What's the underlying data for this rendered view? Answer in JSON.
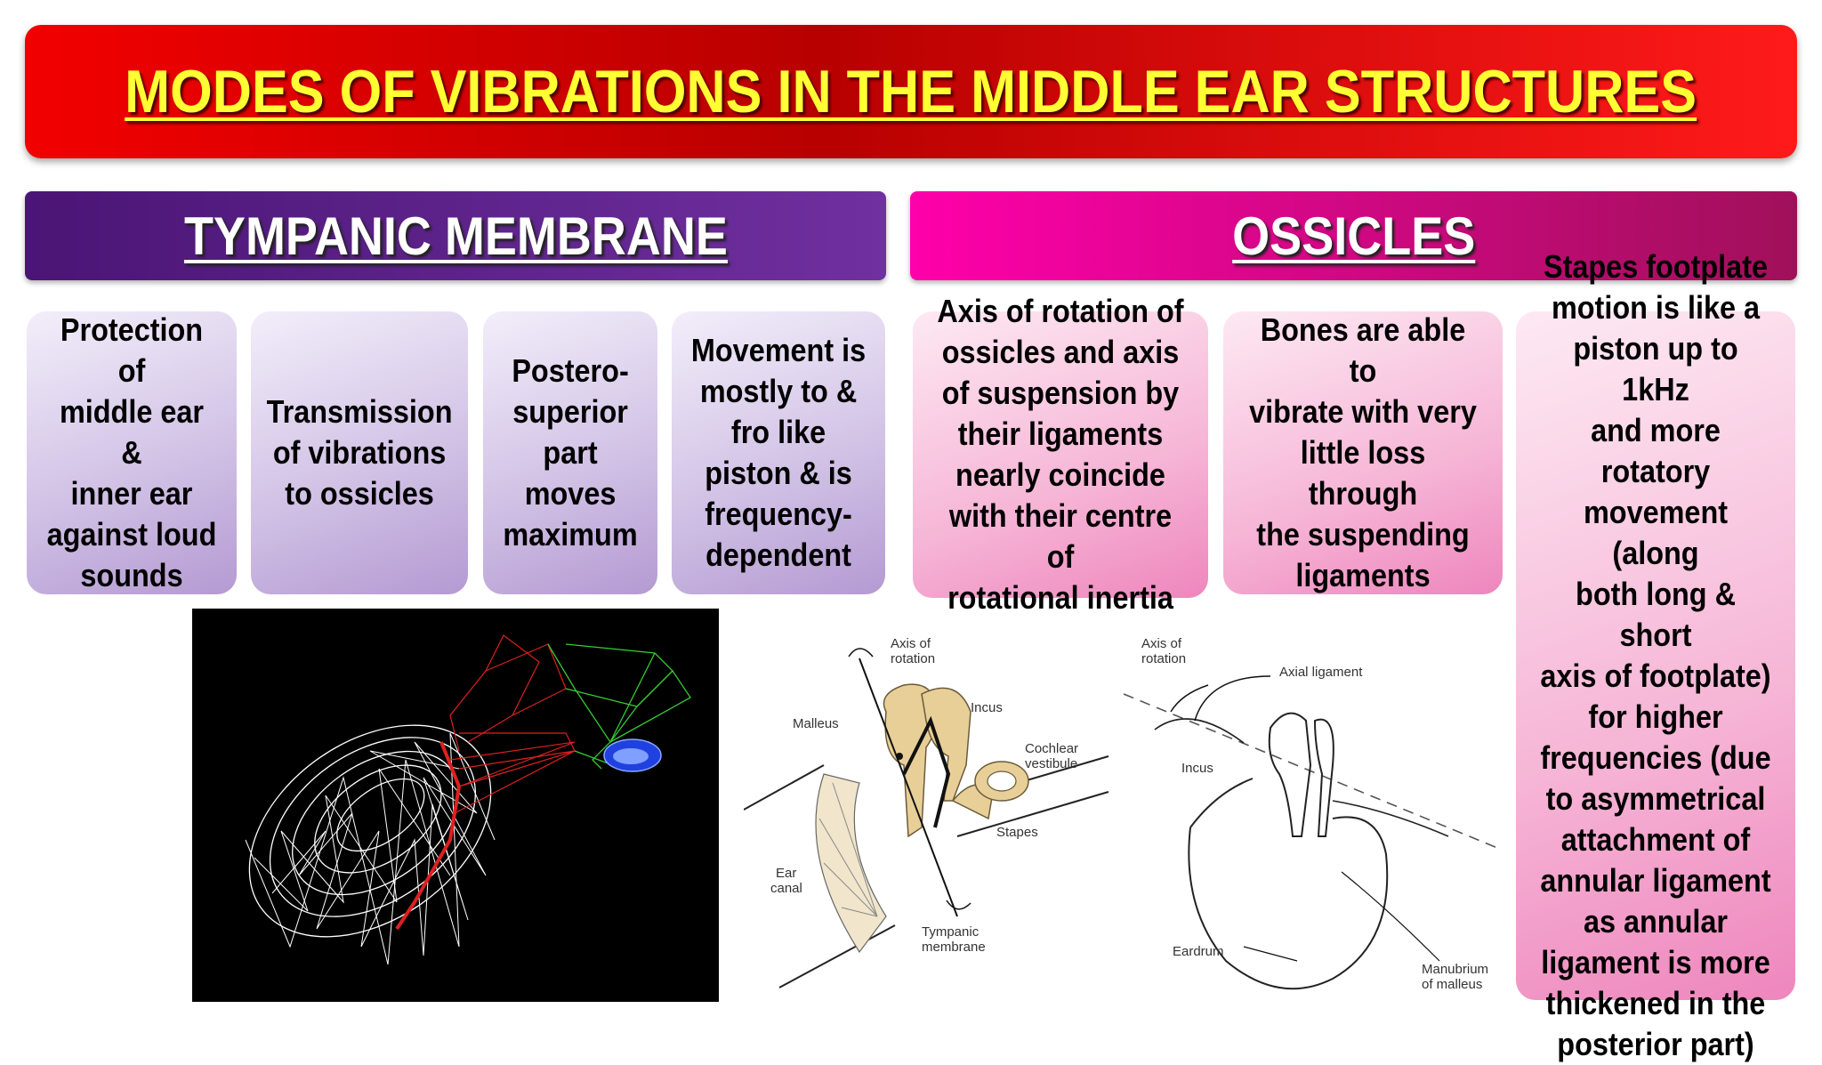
{
  "title": "MODES OF VIBRATIONS IN THE MIDDLE EAR STRUCTURES",
  "sections": {
    "tympanic": {
      "header": "TYMPANIC MEMBRANE",
      "cards": [
        "Protection of\nmiddle ear &\ninner ear\nagainst loud\nsounds",
        "Transmission\nof vibrations\nto ossicles",
        "Postero-\nsuperior\npart\nmoves\nmaximum",
        "Movement is\nmostly to &\nfro like\npiston & is\nfrequency-\ndependent"
      ]
    },
    "ossicles": {
      "header": "OSSICLES",
      "cards": [
        "Axis of rotation of\nossicles and axis\nof suspension by\ntheir ligaments\nnearly coincide\nwith their centre of\nrotational inertia",
        "Bones are able to\nvibrate with very\nlittle loss through\nthe suspending\nligaments",
        "Stapes footplate\nmotion is like a\npiston up to 1kHz\nand more rotatory\nmovement (along\nboth long & short\naxis of footplate)\nfor higher\nfrequencies (due\nto asymmetrical\nattachment of\nannular ligament\nas annular\nligament is more\nthickened in the\nposterior part)"
      ]
    }
  },
  "diagram1": {
    "labels": {
      "axis": "Axis of\nrotation",
      "incus": "Incus",
      "malleus": "Malleus",
      "cochlear": "Cochlear\nvestibule",
      "stapes": "Stapes",
      "ear_canal": "Ear\ncanal",
      "tympanic": "Tympanic\nmembrane"
    }
  },
  "diagram2": {
    "labels": {
      "axis": "Axis of\nrotation",
      "axial_ligament": "Axial ligament",
      "incus": "Incus",
      "eardrum": "Eardrum",
      "manubrium": "Manubrium\nof malleus"
    }
  },
  "colors": {
    "title_bg": "#e00000",
    "title_text": "#ffff33",
    "tympanic_header": "#5a1f8a",
    "ossicles_header": "#d6008a",
    "card_purple": "#cdbce3",
    "card_pink": "#f5b0d3"
  }
}
